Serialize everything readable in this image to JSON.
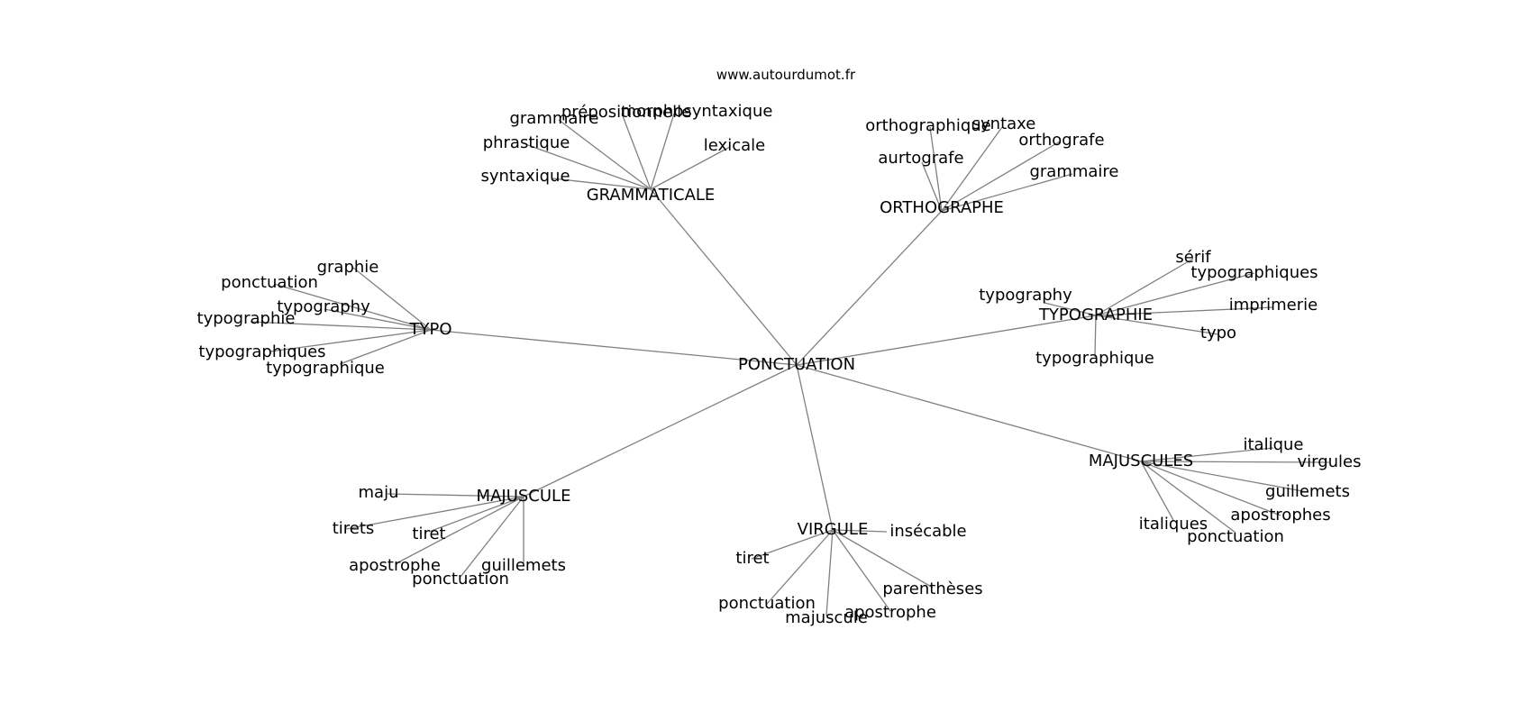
{
  "watermark": "www.autourdumot.fr",
  "diagram": {
    "type": "word-association-graph",
    "center": "PONCTUATION",
    "clusters": [
      {
        "hub": "GRAMMATICALE",
        "words": [
          "grammaire",
          "prépositionnelle",
          "morphosyntaxique",
          "phrastique",
          "lexicale",
          "syntaxique"
        ]
      },
      {
        "hub": "ORTHOGRAPHE",
        "words": [
          "orthographique",
          "syntaxe",
          "orthografe",
          "aurtografe",
          "grammaire"
        ]
      },
      {
        "hub": "TYPO",
        "words": [
          "graphie",
          "ponctuation",
          "typography",
          "typographie",
          "typographiques",
          "typographique"
        ]
      },
      {
        "hub": "TYPOGRAPHIE",
        "words": [
          "sérif",
          "typographiques",
          "typography",
          "imprimerie",
          "typo",
          "typographique"
        ]
      },
      {
        "hub": "MAJUSCULES",
        "words": [
          "italique",
          "virgules",
          "guillemets",
          "apostrophes",
          "italiques",
          "ponctuation"
        ]
      },
      {
        "hub": "MAJUSCULE",
        "words": [
          "maju",
          "tirets",
          "tiret",
          "apostrophe",
          "guillemets",
          "ponctuation"
        ]
      },
      {
        "hub": "VIRGULE",
        "words": [
          "insécable",
          "tiret",
          "ponctuation",
          "majuscule",
          "apostrophe",
          "parenthèses"
        ]
      }
    ]
  }
}
